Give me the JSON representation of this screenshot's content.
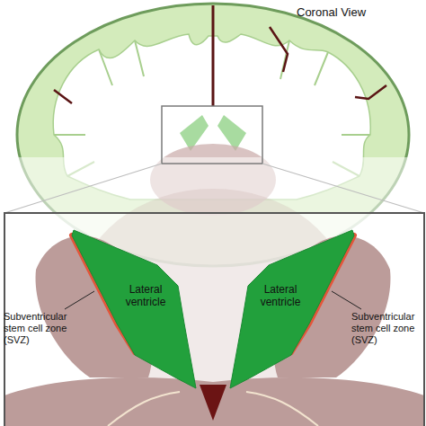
{
  "diagram": {
    "nodes": [
      {
        "text": [
          "Lateral ventricle"
        ]
      },
      {
        "text": [
          "Lateral ventricle"
        ]
      }
    ],
    "labels": [
      "Coronal View",
      "Subventricular stem cell zone (SVZ)",
      "Subventricular stem cell zone (SVZ)"
    ]
  }
}
